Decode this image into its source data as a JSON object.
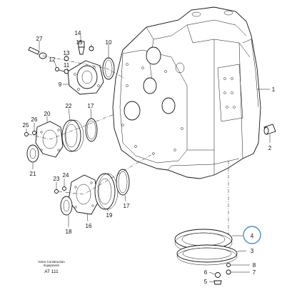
{
  "callouts": {
    "c27": "27",
    "c14": "14",
    "c15": "15",
    "c10": "10",
    "c13": "13",
    "c12": "12",
    "c11": "11",
    "c9": "9",
    "c1": "1",
    "c22": "22",
    "c17a": "17",
    "c26": "26",
    "c20": "20",
    "c25": "25",
    "c21": "21",
    "c2": "2",
    "c23": "23",
    "c24": "24",
    "c16": "16",
    "c19": "19",
    "c17b": "17",
    "c18": "18",
    "c4": "4",
    "c3": "3",
    "c8": "8",
    "c6": "6",
    "c7": "7",
    "c5": "5"
  },
  "footer": {
    "company_line1": "Volvo Construction",
    "company_line2": "Equipment",
    "code": "AT 111"
  },
  "highlight": {
    "color": "#4a90c8",
    "target": "4"
  }
}
